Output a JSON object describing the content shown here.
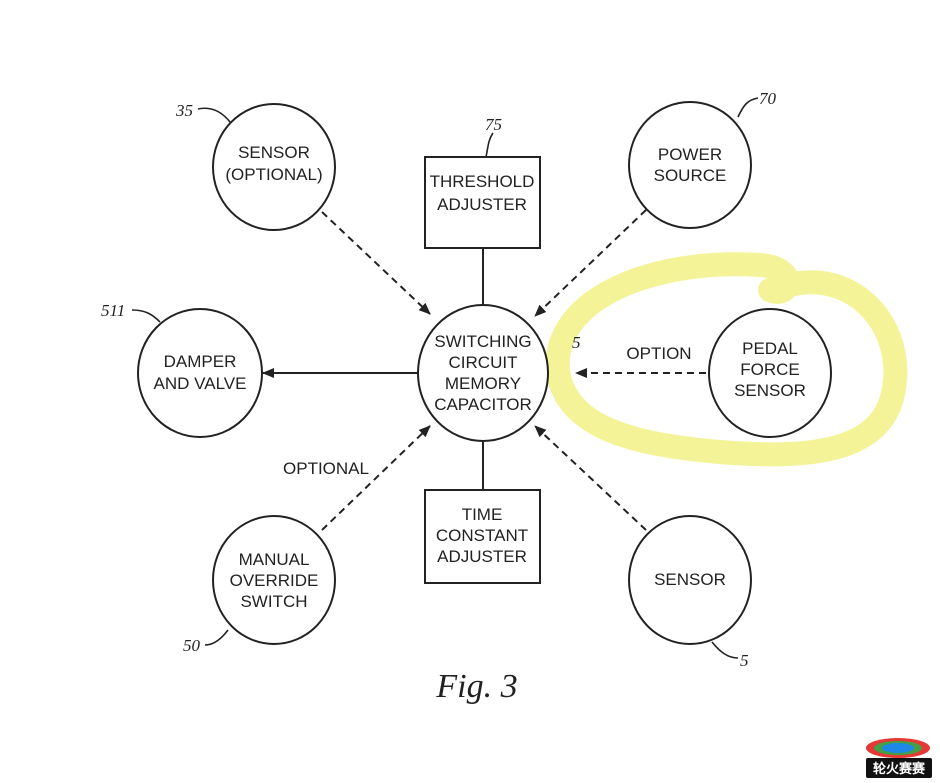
{
  "figure_caption": "Fig. 3",
  "nodes": [
    {
      "id": "center",
      "lines": [
        "SWITCHING",
        "CIRCUIT",
        "MEMORY",
        "CAPACITOR"
      ]
    },
    {
      "id": "sensor-optional",
      "lines": [
        "SENSOR",
        "(OPTIONAL)"
      ],
      "ref": "35"
    },
    {
      "id": "threshold",
      "lines": [
        "THRESHOLD",
        "ADJUSTER"
      ],
      "ref": "75"
    },
    {
      "id": "power",
      "lines": [
        "POWER",
        "SOURCE"
      ],
      "ref": "70"
    },
    {
      "id": "damper",
      "lines": [
        "DAMPER",
        "AND VALVE"
      ],
      "ref": "511"
    },
    {
      "id": "pedal",
      "lines": [
        "PEDAL",
        "FORCE",
        "SENSOR"
      ]
    },
    {
      "id": "manual",
      "lines": [
        "MANUAL",
        "OVERRIDE",
        "SWITCH"
      ],
      "ref": "50"
    },
    {
      "id": "time",
      "lines": [
        "TIME",
        "CONSTANT",
        "ADJUSTER"
      ]
    },
    {
      "id": "sensor",
      "lines": [
        "SENSOR"
      ],
      "ref": "5"
    }
  ],
  "edge_labels": {
    "option": "OPTION",
    "optional": "OPTIONAL"
  },
  "center_ref_partial": "5",
  "highlight_color": "#f4f28c",
  "watermark": {
    "text": "轮火赛赛"
  }
}
